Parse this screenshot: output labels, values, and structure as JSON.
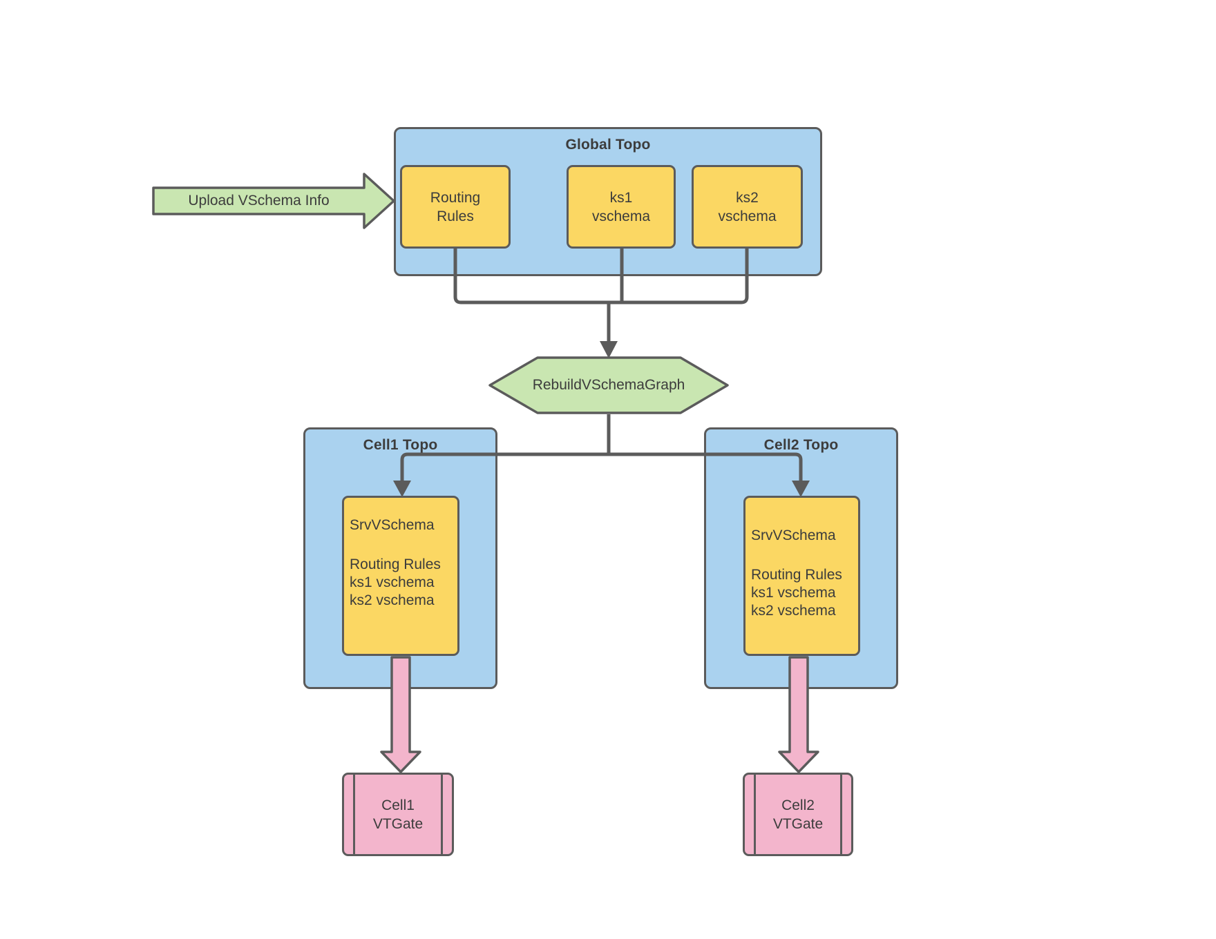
{
  "colors": {
    "container_blue": "#AAD2EF",
    "node_yellow": "#FBD763",
    "accent_green": "#C9E6B1",
    "accent_pink": "#F3B5CC",
    "stroke_gray": "#5B5B5B",
    "text": "#3C3C3C",
    "background": "#FFFFFF"
  },
  "upload_arrow": {
    "label": "Upload VSchema Info"
  },
  "global_topo": {
    "title": "Global Topo",
    "routing_rules": {
      "line1": "Routing",
      "line2": "Rules"
    },
    "ks1": {
      "line1": "ks1",
      "line2": "vschema"
    },
    "ks2": {
      "line1": "ks2",
      "line2": "vschema"
    }
  },
  "rebuild": {
    "label": "RebuildVSchemaGraph"
  },
  "cell1": {
    "title": "Cell1 Topo",
    "srv": {
      "title": "SrvVSchema",
      "line1": "Routing Rules",
      "line2": "ks1 vschema",
      "line3": "ks2 vschema"
    },
    "vtgate": {
      "line1": "Cell1",
      "line2": "VTGate"
    }
  },
  "cell2": {
    "title": "Cell2 Topo",
    "srv": {
      "title": "SrvVSchema",
      "line1": "Routing Rules",
      "line2": "ks1 vschema",
      "line3": "ks2 vschema"
    },
    "vtgate": {
      "line1": "Cell2",
      "line2": "VTGate"
    }
  }
}
